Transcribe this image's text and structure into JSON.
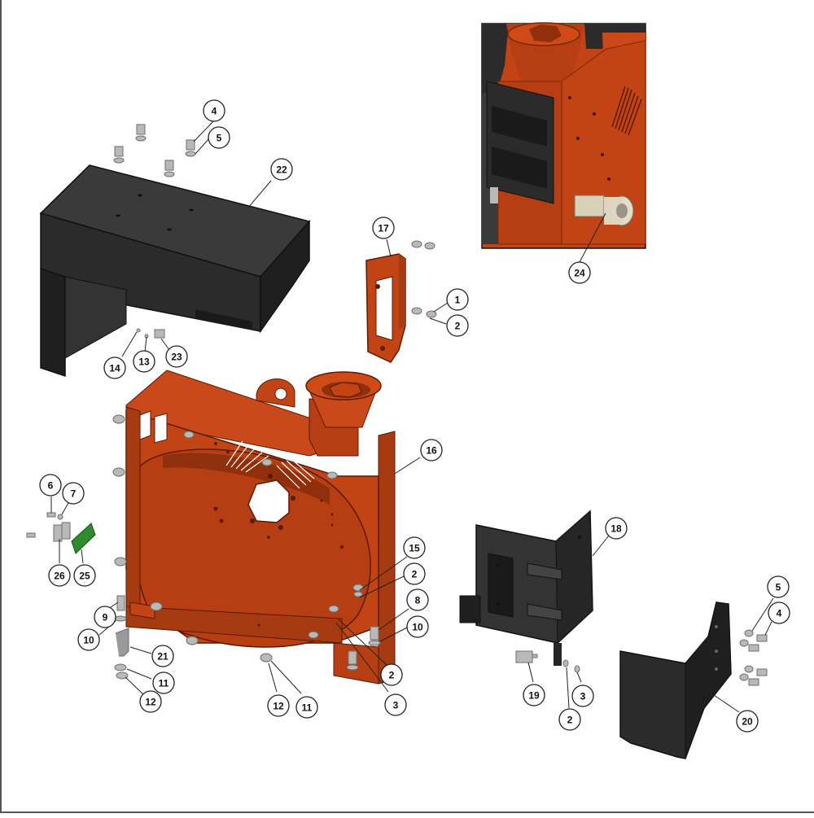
{
  "colors": {
    "orange_part": "#c24414",
    "orange_dark": "#8f2f0c",
    "orange_shadow": "#a63a10",
    "black_part": "#2b2b2b",
    "black_dark": "#1a1a1a",
    "black_light": "#3a3a3a",
    "hardware": "#b9b9b9",
    "hardware_dark": "#6e6e6e",
    "green_part": "#2e8b2e",
    "callout_stroke": "#222222",
    "frame_border": "#555555",
    "inset_border": "#111111"
  },
  "callouts": [
    {
      "id": "c4a",
      "label": "4"
    },
    {
      "id": "c5a",
      "label": "5"
    },
    {
      "id": "c22",
      "label": "22"
    },
    {
      "id": "c17",
      "label": "17"
    },
    {
      "id": "c1",
      "label": "1"
    },
    {
      "id": "c2a",
      "label": "2"
    },
    {
      "id": "c14",
      "label": "14"
    },
    {
      "id": "c13",
      "label": "13"
    },
    {
      "id": "c23",
      "label": "23"
    },
    {
      "id": "c24",
      "label": "24"
    },
    {
      "id": "c16",
      "label": "16"
    },
    {
      "id": "c6",
      "label": "6"
    },
    {
      "id": "c7",
      "label": "7"
    },
    {
      "id": "c26",
      "label": "26"
    },
    {
      "id": "c25",
      "label": "25"
    },
    {
      "id": "c18",
      "label": "18"
    },
    {
      "id": "c15",
      "label": "15"
    },
    {
      "id": "c2b",
      "label": "2"
    },
    {
      "id": "c8",
      "label": "8"
    },
    {
      "id": "c10a",
      "label": "10"
    },
    {
      "id": "c9",
      "label": "9"
    },
    {
      "id": "c10b",
      "label": "10"
    },
    {
      "id": "c21",
      "label": "21"
    },
    {
      "id": "c11a",
      "label": "11"
    },
    {
      "id": "c12a",
      "label": "12"
    },
    {
      "id": "c12b",
      "label": "12"
    },
    {
      "id": "c11b",
      "label": "11"
    },
    {
      "id": "c2c",
      "label": "2"
    },
    {
      "id": "c3a",
      "label": "3"
    },
    {
      "id": "c19",
      "label": "19"
    },
    {
      "id": "c2d",
      "label": "2"
    },
    {
      "id": "c3b",
      "label": "3"
    },
    {
      "id": "c5b",
      "label": "5"
    },
    {
      "id": "c4b",
      "label": "4"
    },
    {
      "id": "c20",
      "label": "20"
    }
  ]
}
